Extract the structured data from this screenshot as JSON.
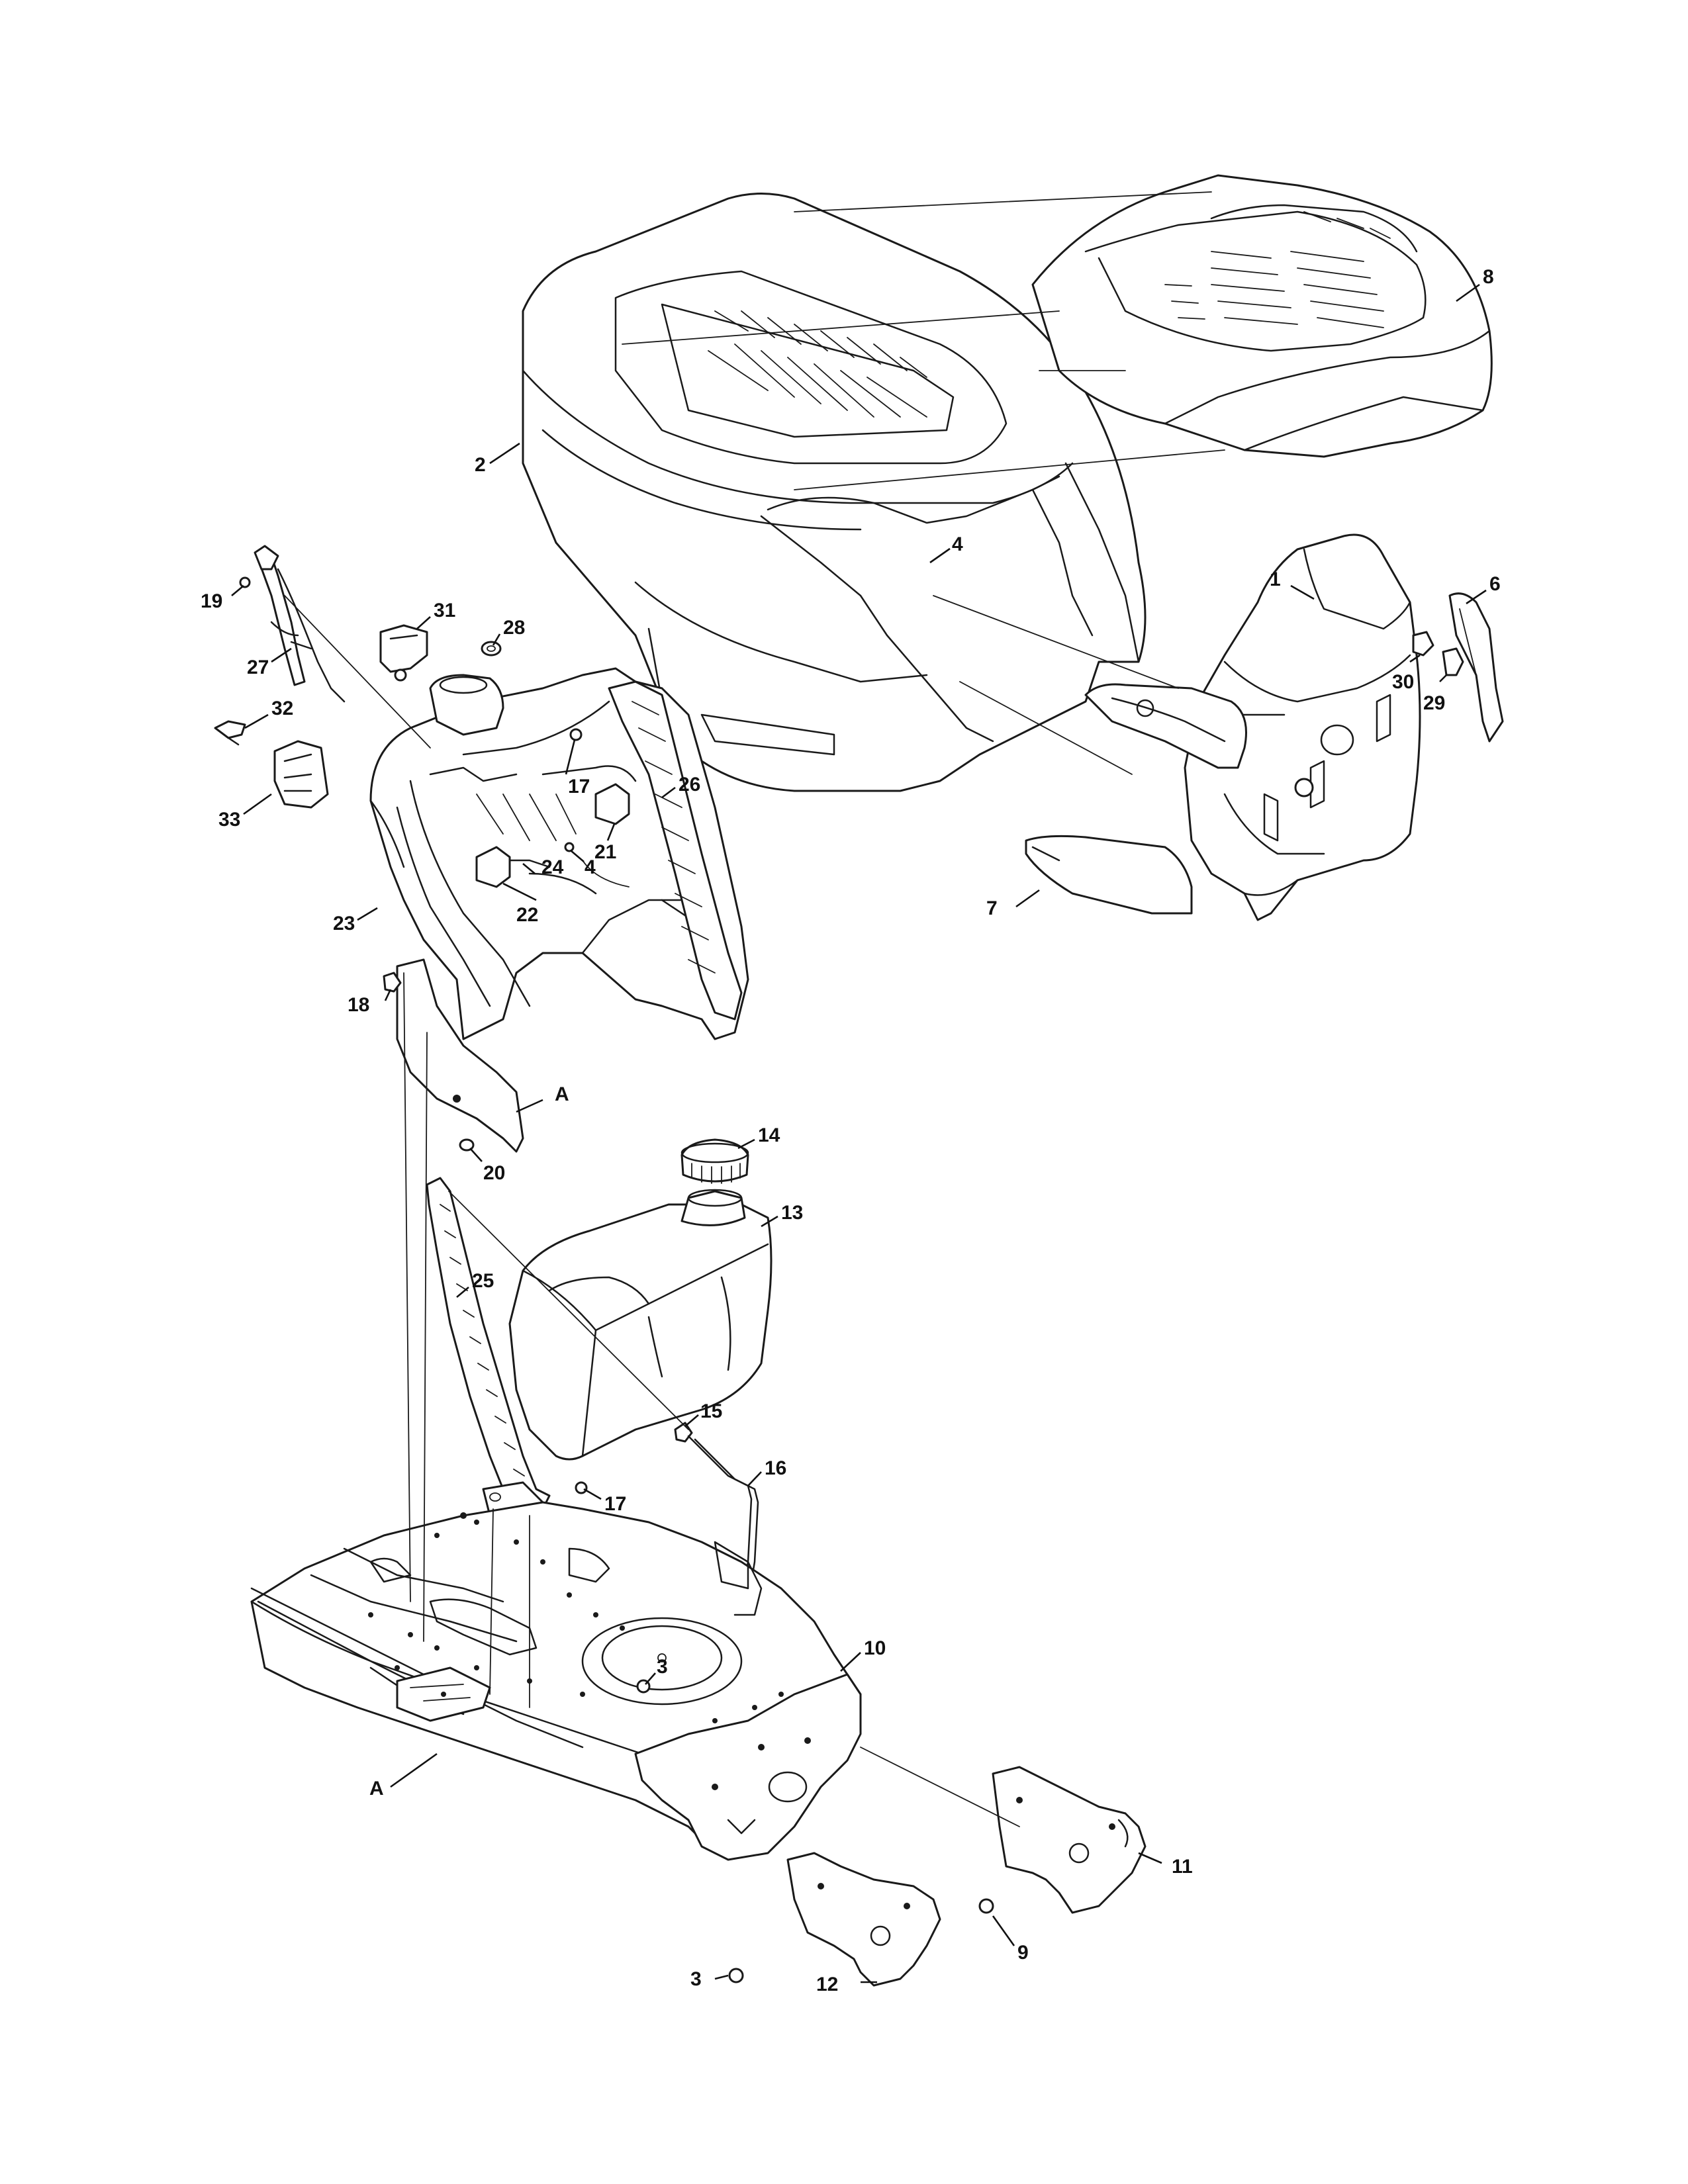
{
  "diagram": {
    "type": "exploded-parts-diagram",
    "callouts": [
      {
        "id": "c1",
        "label": "1"
      },
      {
        "id": "c2",
        "label": "2"
      },
      {
        "id": "c3a",
        "label": "3"
      },
      {
        "id": "c3b",
        "label": "3"
      },
      {
        "id": "c4a",
        "label": "4"
      },
      {
        "id": "c4b",
        "label": "4"
      },
      {
        "id": "c6",
        "label": "6"
      },
      {
        "id": "c7",
        "label": "7"
      },
      {
        "id": "c8",
        "label": "8"
      },
      {
        "id": "c9",
        "label": "9"
      },
      {
        "id": "c10",
        "label": "10"
      },
      {
        "id": "c11",
        "label": "11"
      },
      {
        "id": "c12",
        "label": "12"
      },
      {
        "id": "c13",
        "label": "13"
      },
      {
        "id": "c14",
        "label": "14"
      },
      {
        "id": "c15",
        "label": "15"
      },
      {
        "id": "c16",
        "label": "16"
      },
      {
        "id": "c17a",
        "label": "17"
      },
      {
        "id": "c17b",
        "label": "17"
      },
      {
        "id": "c18",
        "label": "18"
      },
      {
        "id": "c19",
        "label": "19"
      },
      {
        "id": "c20",
        "label": "20"
      },
      {
        "id": "c21",
        "label": "21"
      },
      {
        "id": "c22",
        "label": "22"
      },
      {
        "id": "c23",
        "label": "23"
      },
      {
        "id": "c24",
        "label": "24"
      },
      {
        "id": "c25",
        "label": "25"
      },
      {
        "id": "c26",
        "label": "26"
      },
      {
        "id": "c27",
        "label": "27"
      },
      {
        "id": "c28",
        "label": "28"
      },
      {
        "id": "c29",
        "label": "29"
      },
      {
        "id": "c30",
        "label": "30"
      },
      {
        "id": "c31",
        "label": "31"
      },
      {
        "id": "c32",
        "label": "32"
      },
      {
        "id": "c33",
        "label": "33"
      },
      {
        "id": "cAa",
        "label": "A"
      },
      {
        "id": "cAb",
        "label": "A"
      }
    ]
  }
}
